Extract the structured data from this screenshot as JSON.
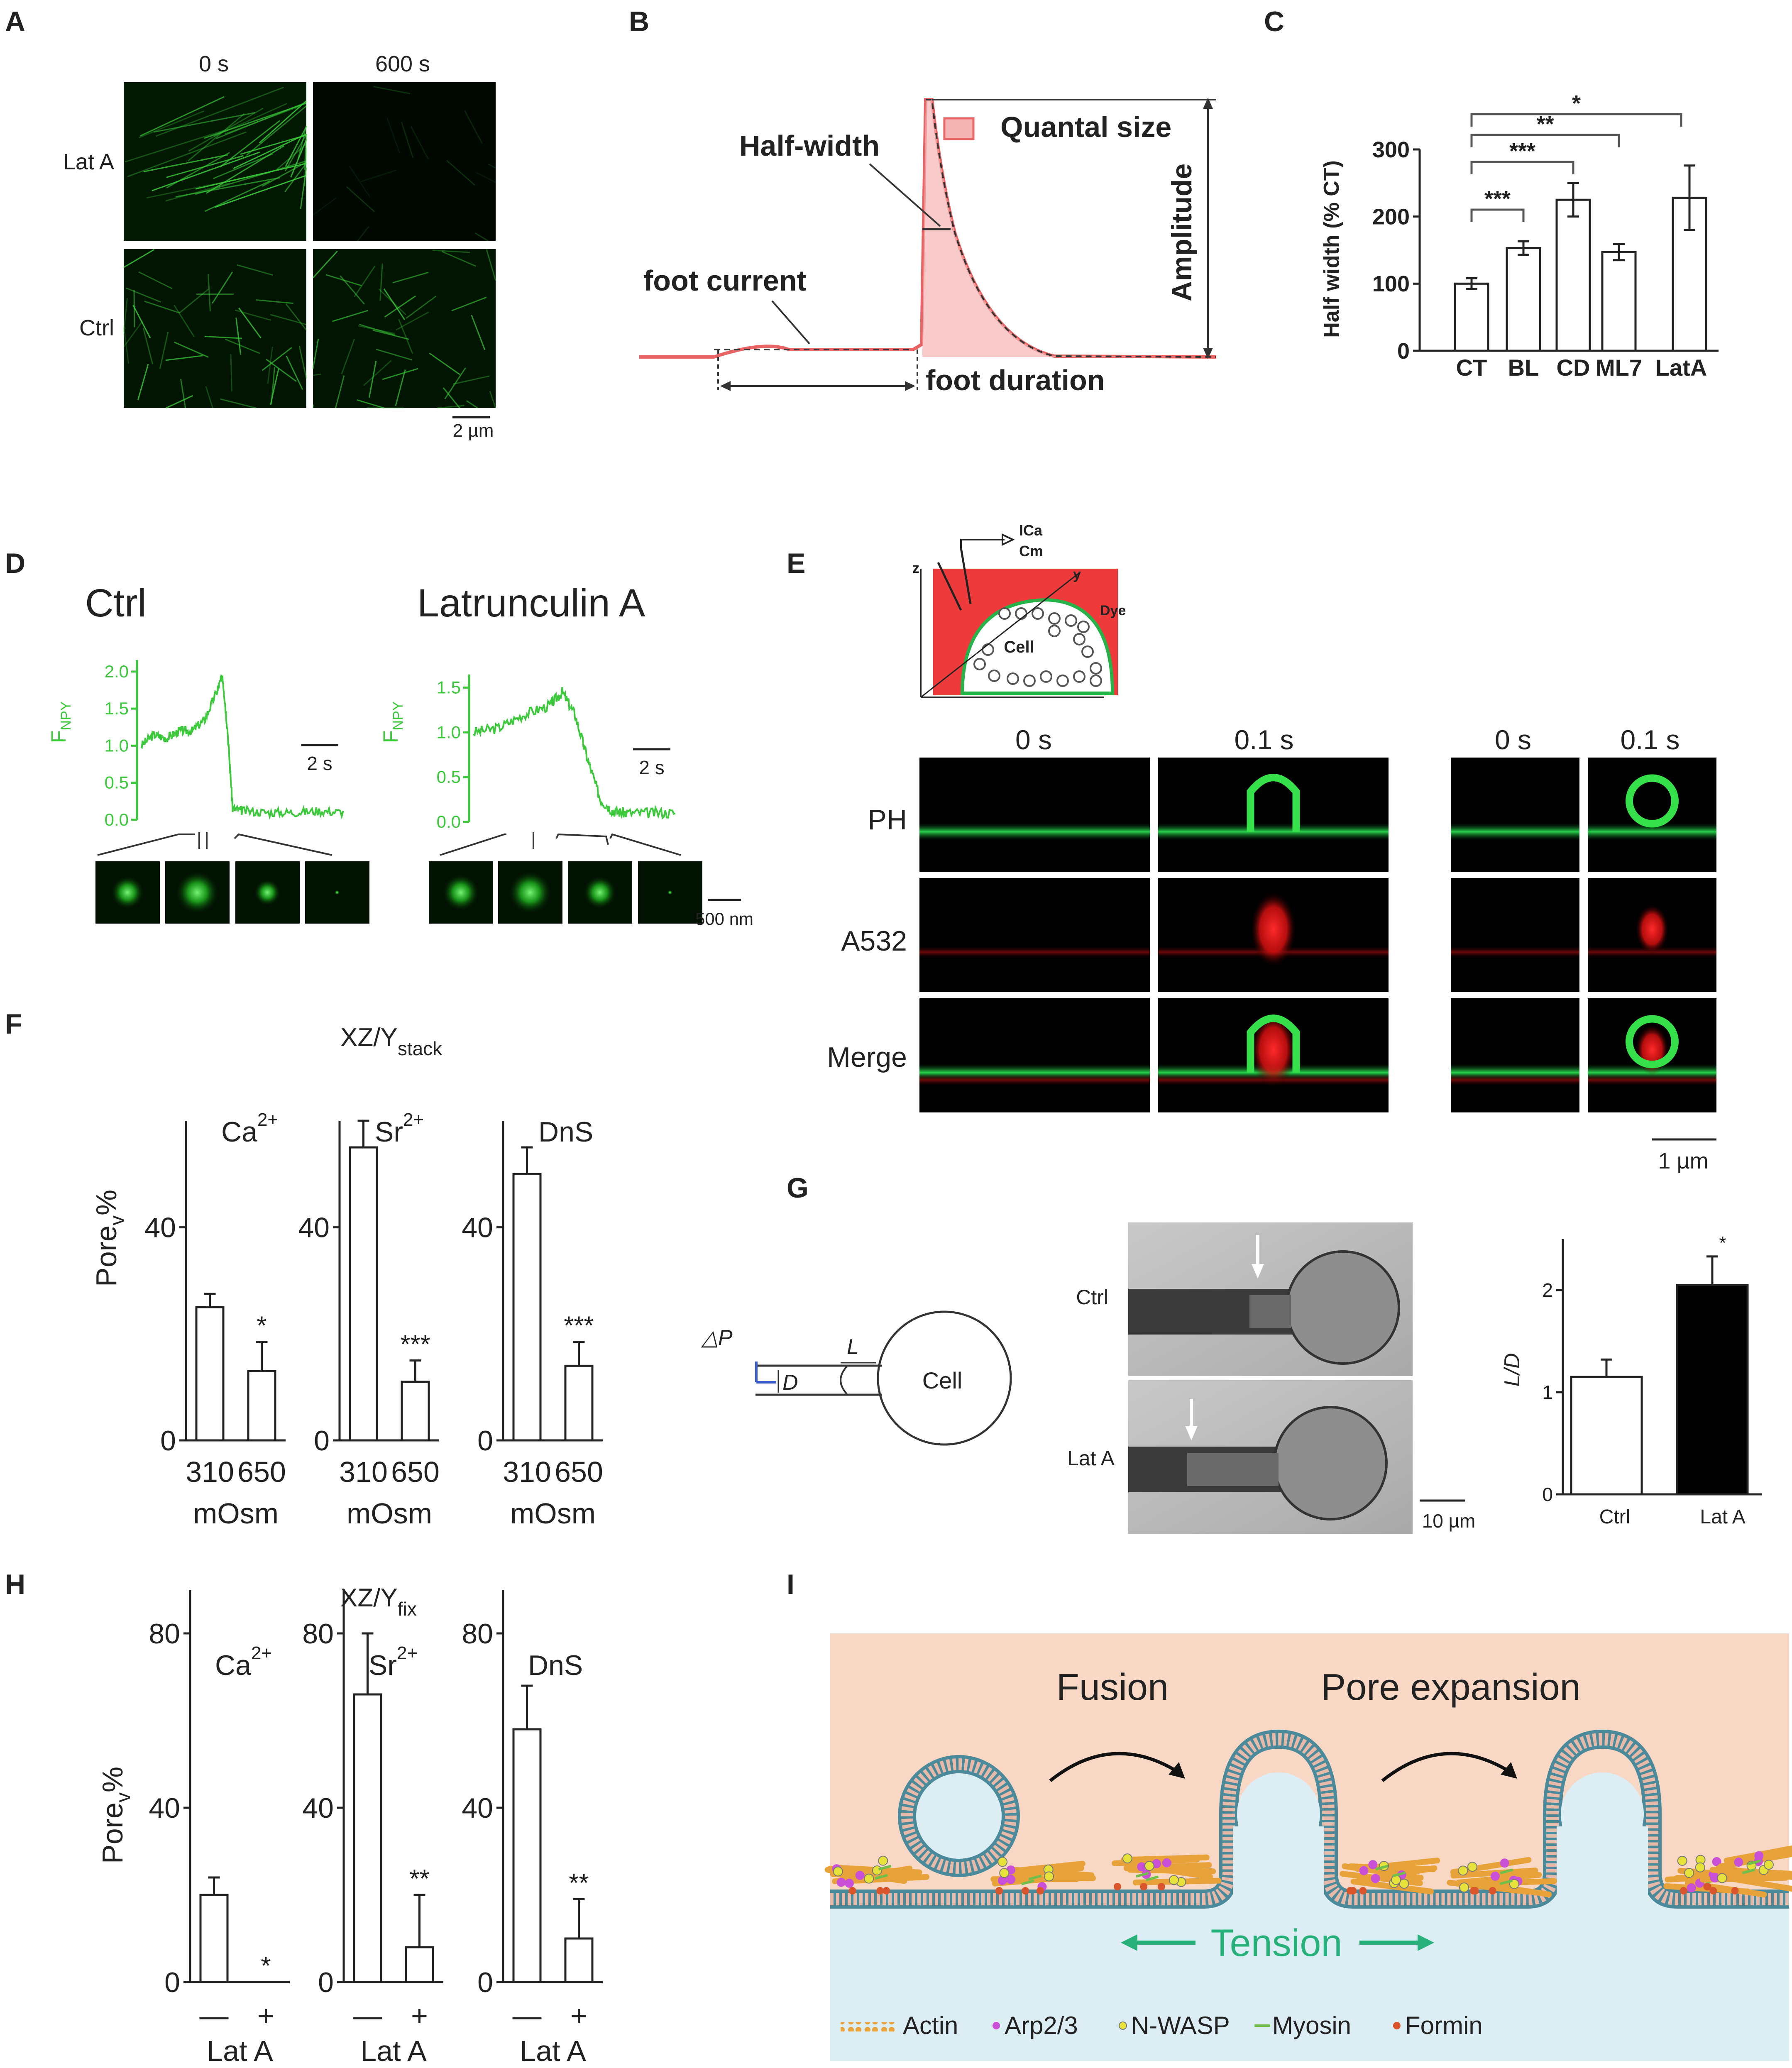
{
  "panels": {
    "A": {
      "letter": "A",
      "cols": [
        "0 s",
        "600 s"
      ],
      "rows": [
        "Lat A",
        "Ctrl"
      ],
      "scalebar": "2 µm"
    },
    "B": {
      "letter": "B",
      "half_width": "Half-width",
      "quantal_size": "Quantal size",
      "foot_current": "foot current",
      "foot_duration": "foot duration",
      "amplitude": "Amplitude"
    },
    "C": {
      "letter": "C",
      "sig": [
        "*",
        "**",
        "***",
        "***"
      ]
    },
    "D": {
      "letter": "D",
      "ctrl_title": "Ctrl",
      "lat_title": "Latrunculin A",
      "ylabel": "F",
      "ylabel_sub": "NPY",
      "ctrl_ticks": [
        "2.0",
        "1.5",
        "1.0",
        "0.5",
        "0.0"
      ],
      "lat_ticks": [
        "1.5",
        "1.0",
        "0.5",
        "0.0"
      ],
      "time_bar": "2 s",
      "scalebar": "500 nm"
    },
    "E": {
      "letter": "E",
      "schema": {
        "ica": "ICa",
        "cm": "Cm",
        "z": "z",
        "y": "y",
        "dye": "Dye",
        "cell": "Cell"
      },
      "cols": [
        "0 s",
        "0.1 s",
        "0 s",
        "0.1 s"
      ],
      "rows": [
        "PH",
        "A532",
        "Merge"
      ],
      "scalebar": "1 µm"
    },
    "F": {
      "letter": "F",
      "title": "XZ/Y",
      "title_sub": "stack",
      "ylabel": "Pore",
      "ylabel_sub": "v",
      "ylabel_suffix": "%",
      "groups": [
        {
          "name": "Ca",
          "sup": "2+",
          "sig": "*"
        },
        {
          "name": "Sr",
          "sup": "2+",
          "sig": "***"
        },
        {
          "name": "DnS",
          "sup": "",
          "sig": "***"
        }
      ],
      "xcats": [
        "310",
        "650"
      ],
      "xunit": "mOsm"
    },
    "G": {
      "letter": "G",
      "dp": "△P",
      "L": "L",
      "D": "D",
      "cell": "Cell",
      "rows": [
        "Ctrl",
        "Lat A"
      ],
      "scalebar": "10 µm",
      "bar_sig": "*"
    },
    "H": {
      "letter": "H",
      "title": "XZ/Y",
      "title_sub": "fix",
      "ylabel": "Pore",
      "ylabel_sub": "v",
      "ylabel_suffix": "%",
      "groups": [
        {
          "name": "Ca",
          "sup": "2+",
          "sig": "*"
        },
        {
          "name": "Sr",
          "sup": "2+",
          "sig": "**"
        },
        {
          "name": "DnS",
          "sup": "",
          "sig": "**"
        }
      ],
      "xcats": [
        "—",
        "+"
      ],
      "xunit": "Lat A"
    },
    "I": {
      "letter": "I",
      "fusion": "Fusion",
      "pore_expansion": "Pore expansion",
      "tension": "Tension",
      "legend": [
        "Actin",
        "Arp2/3",
        "N-WASP",
        "Myosin",
        "Formin"
      ],
      "colors": {
        "actin": "#e8a23a",
        "arp": "#c94fd6",
        "nwasp": "#e6e23a",
        "myosin": "#6fbf4a",
        "formin": "#d9552b",
        "tension": "#27b07a",
        "bg_top": "#f8d8c4",
        "bg_bottom": "#dcedf4"
      }
    }
  },
  "chart_data": [
    {
      "type": "bar",
      "panel": "C",
      "categories": [
        "CT",
        "BL",
        "CD",
        "ML7",
        "LatA"
      ],
      "values": [
        100,
        153,
        225,
        147,
        228
      ],
      "errors": [
        8,
        10,
        25,
        12,
        48
      ],
      "ylabel": "Half width (% CT)",
      "ylim": [
        0,
        300
      ],
      "yticks": [
        0,
        100,
        200,
        300
      ]
    },
    {
      "type": "bar",
      "panel": "F",
      "categories": [
        "310",
        "650"
      ],
      "series": [
        {
          "name": "Ca2+",
          "values": [
            25,
            13
          ],
          "errors": [
            2.5,
            5.5
          ]
        },
        {
          "name": "Sr2+",
          "values": [
            55,
            11
          ],
          "errors": [
            5,
            4
          ]
        },
        {
          "name": "DnS",
          "values": [
            50,
            14
          ],
          "errors": [
            5,
            4.5
          ]
        }
      ],
      "ylim": [
        0,
        60
      ],
      "yticks": [
        0,
        40
      ]
    },
    {
      "type": "bar",
      "panel": "G",
      "categories": [
        "Ctrl",
        "Lat A"
      ],
      "values": [
        1.15,
        2.05
      ],
      "errors": [
        0.17,
        0.28
      ],
      "ylabel": "L/D",
      "ylim": [
        0,
        2.5
      ],
      "yticks": [
        0,
        1,
        2
      ]
    },
    {
      "type": "bar",
      "panel": "H",
      "categories": [
        "—",
        "+"
      ],
      "series": [
        {
          "name": "Ca2+",
          "values": [
            20,
            0
          ],
          "errors": [
            4,
            0
          ]
        },
        {
          "name": "Sr2+",
          "values": [
            66,
            8
          ],
          "errors": [
            14,
            12
          ]
        },
        {
          "name": "DnS",
          "values": [
            58,
            10
          ],
          "errors": [
            10,
            9
          ]
        }
      ],
      "ylim": [
        0,
        90
      ],
      "yticks": [
        0,
        40,
        80
      ]
    },
    {
      "type": "line",
      "panel": "D-Ctrl",
      "x": [
        0,
        0.5,
        1,
        1.5,
        2,
        2.5,
        3,
        3.2,
        3.4,
        3.6,
        4,
        5,
        6,
        7,
        8
      ],
      "values": [
        1.0,
        1.15,
        1.1,
        1.2,
        1.2,
        1.35,
        1.75,
        1.95,
        1.2,
        0.15,
        0.12,
        0.1,
        0.1,
        0.12,
        0.1
      ],
      "ylim": [
        0,
        2.1
      ]
    },
    {
      "type": "line",
      "panel": "D-LatA",
      "x": [
        0,
        1,
        2,
        3,
        3.5,
        4,
        4.5,
        5,
        5.5,
        6,
        7,
        8
      ],
      "values": [
        1.0,
        1.05,
        1.2,
        1.3,
        1.45,
        1.2,
        0.7,
        0.25,
        0.12,
        0.1,
        0.1,
        0.1
      ],
      "ylim": [
        0,
        1.6
      ]
    }
  ]
}
